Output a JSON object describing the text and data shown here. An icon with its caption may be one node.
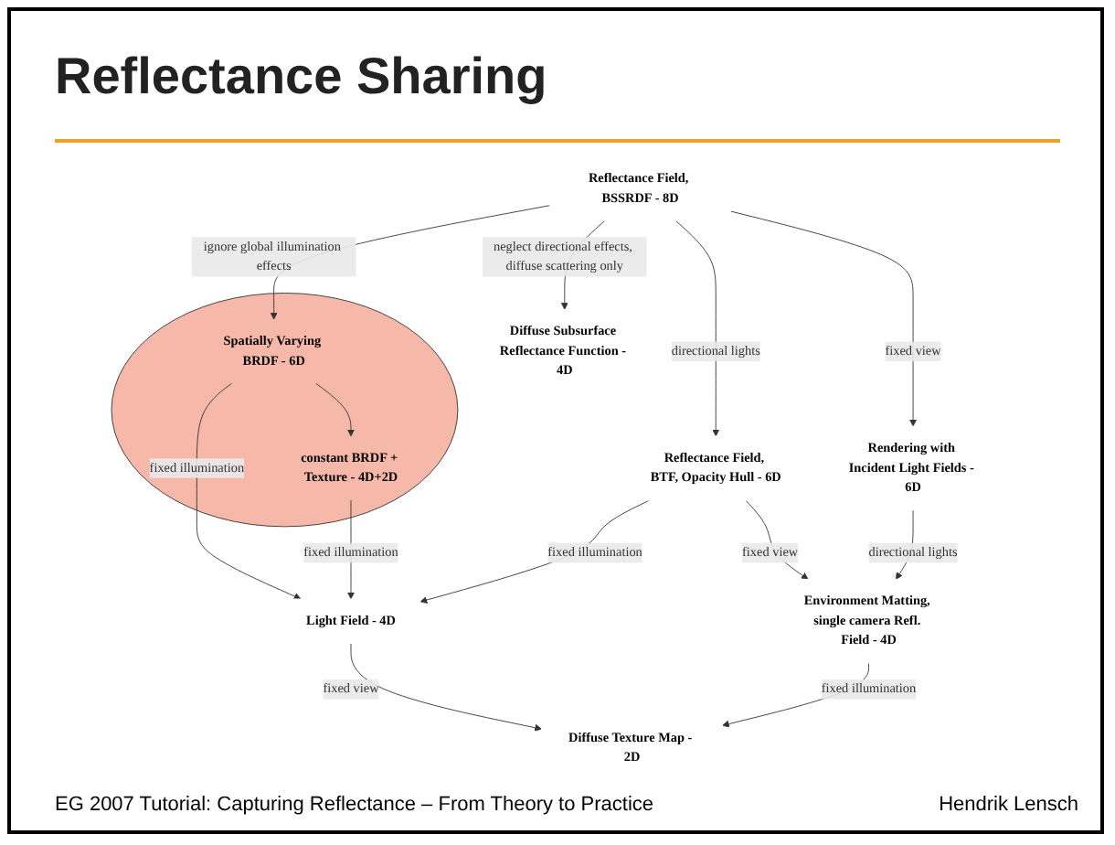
{
  "diagram": {
    "title": "Reflectance Sharing",
    "nodes": [
      {
        "text": [
          "Reflectance Field, BSSRDF - 8D"
        ]
      },
      {
        "text": [],
        "shape": "circle"
      },
      {
        "text": [
          "Spatially Varying BRDF - 6D"
        ],
        "in": 1
      },
      {
        "text": [
          "Reflectance Field, BTF, Opacity Hull - 6D"
        ]
      },
      {
        "text": [
          "Rendering with Incident Light Fields - 6D"
        ]
      },
      {
        "text": [
          "constant BRDF + Texture - 4D+2D"
        ],
        "in": 1
      },
      {
        "text": [
          "Light Field - 4D"
        ]
      },
      {
        "text": [
          "Environment Matting, single camera Refl. Field - 4D"
        ]
      },
      {
        "text": [
          "Diffuse Subsurface Reflectance Function - 4D"
        ]
      },
      {
        "text": [
          "Diffuse Texture Map - 2D"
        ]
      }
    ],
    "edges": [
      {
        "from": 0,
        "to": 2,
        "arrow": "to",
        "label": "ignore global illumination effects"
      },
      {
        "from": 0,
        "to": 3,
        "arrow": "to",
        "label": "directional lights"
      },
      {
        "from": 0,
        "to": 4,
        "arrow": "to",
        "label": "fixed view"
      },
      {
        "from": 0,
        "to": 8,
        "arrow": "to",
        "label": "neglect directional effects, diffuse scattering only"
      },
      {
        "from": 2,
        "to": 5,
        "arrow": "to"
      },
      {
        "from": 2,
        "to": 6,
        "arrow": "to",
        "label": "fixed illumination"
      },
      {
        "from": 5,
        "to": 6,
        "arrow": "to",
        "label": "fixed illumination"
      },
      {
        "from": 3,
        "to": 6,
        "arrow": "to",
        "label": "fixed illumination"
      },
      {
        "from": 3,
        "to": 7,
        "arrow": "to",
        "label": "fixed view"
      },
      {
        "from": 4,
        "to": 7,
        "arrow": "to",
        "label": "directional lights"
      },
      {
        "from": 6,
        "to": 9,
        "arrow": "to",
        "label": "fixed view"
      },
      {
        "from": 7,
        "to": 9,
        "arrow": "to",
        "label": "fixed illumination"
      }
    ],
    "labels": [
      "EG 2007 Tutorial: Capturing Reflectance – From Theory to Practice",
      "Hendrik Lensch"
    ]
  }
}
